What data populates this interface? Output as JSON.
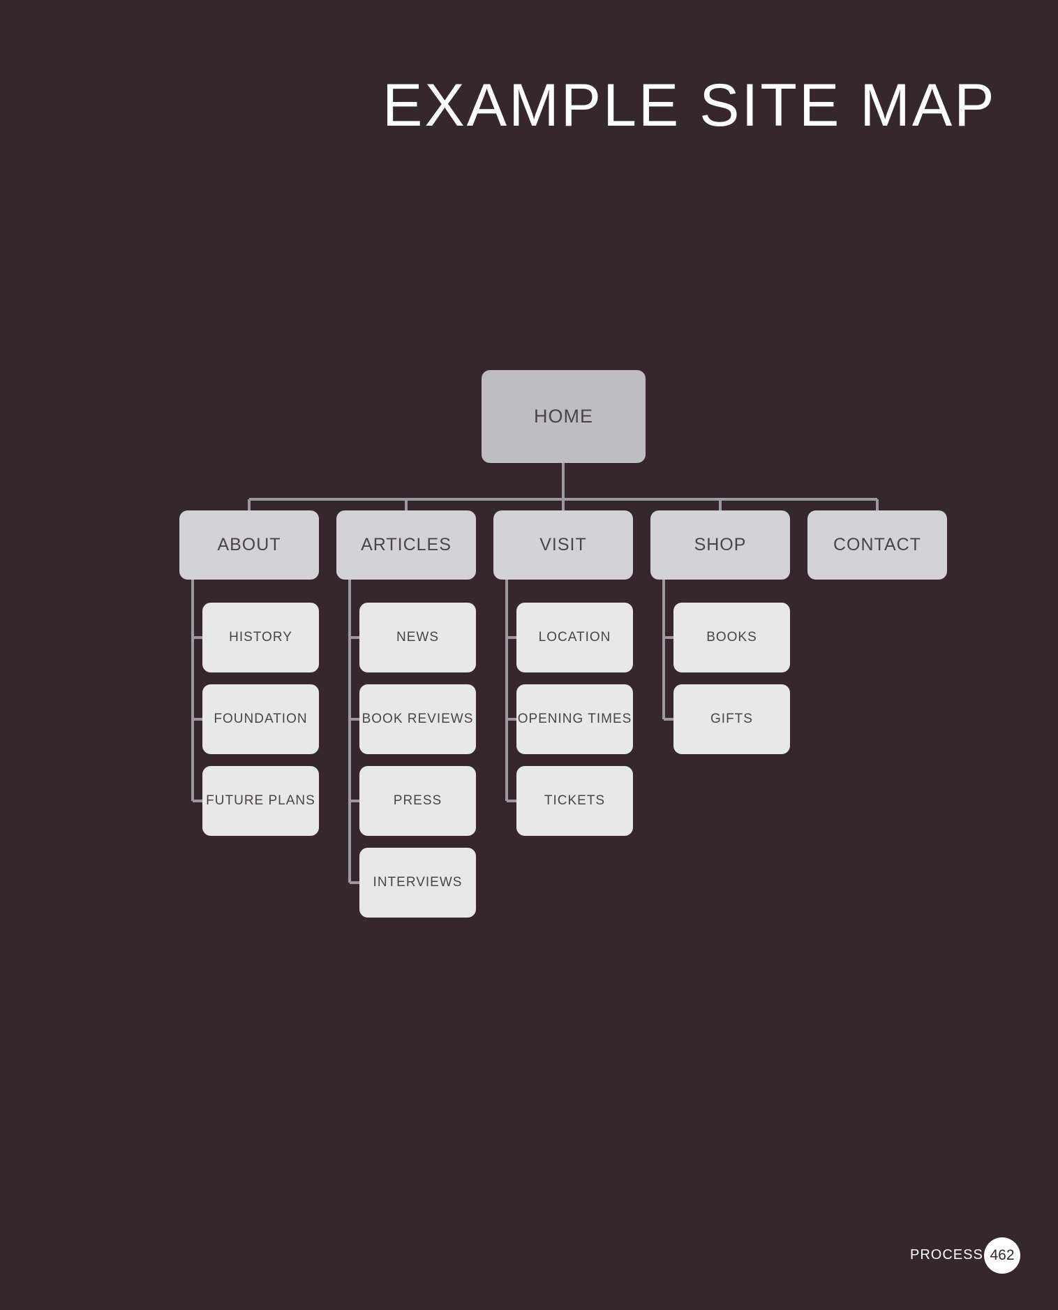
{
  "title": "EXAMPLE SITE MAP",
  "colors": {
    "background": "#36272d",
    "home_box": "#bebdc2",
    "section_box": "#d3d2d6",
    "page_box": "#e8e8e8",
    "connector": "#9c99a0"
  },
  "sitemap": {
    "home": "HOME",
    "sections": [
      {
        "label": "ABOUT",
        "pages": [
          "HISTORY",
          "FOUNDATION",
          "FUTURE PLANS"
        ]
      },
      {
        "label": "ARTICLES",
        "pages": [
          "NEWS",
          "BOOK REVIEWS",
          "PRESS",
          "INTERVIEWS"
        ]
      },
      {
        "label": "VISIT",
        "pages": [
          "LOCATION",
          "OPENING TIMES",
          "TICKETS"
        ]
      },
      {
        "label": "SHOP",
        "pages": [
          "BOOKS",
          "GIFTS"
        ]
      },
      {
        "label": "CONTACT",
        "pages": []
      }
    ]
  },
  "footer": {
    "section": "PROCESS",
    "page_number": "462"
  }
}
